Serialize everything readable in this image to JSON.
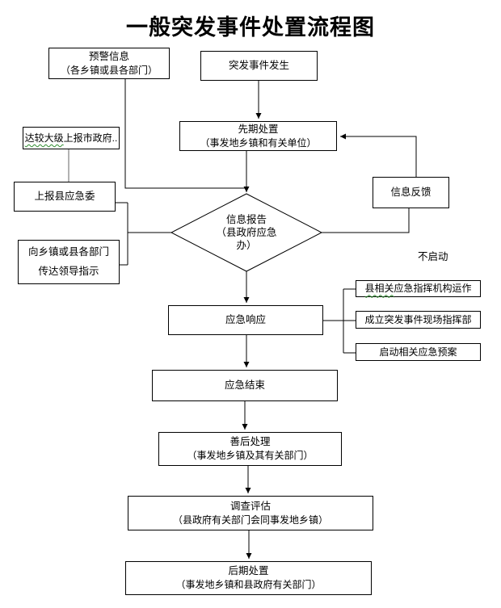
{
  "title": "一般突发事件处置流程图",
  "colors": {
    "line": "#000000",
    "box_border": "#000000",
    "squiggle_underline": "#2e8b2e",
    "report_link_gray": "#999999"
  },
  "nodes": {
    "warning_info": {
      "title": "预警信息",
      "sub": "（各乡镇或县各部门）"
    },
    "incident_occurs": {
      "title": "突发事件发生"
    },
    "report_city": {
      "squiggle": "达较大级",
      "rest": "上报市政府.."
    },
    "report_county": {
      "title": "上报县应急委"
    },
    "convey_instructions": {
      "line1": "向乡镇或县各部门",
      "line2": "传达领导指示"
    },
    "initial_disposal": {
      "title": "先期处置",
      "sub": "（事发地乡镇和有关单位）"
    },
    "info_report_diamond": {
      "line1": "信息报告",
      "line2": "（县政府应急",
      "line3": "办）"
    },
    "info_feedback": {
      "title": "信息反馈"
    },
    "no_activation_label": "不启动",
    "county_command": {
      "squiggle": "县相关",
      "rest": "应急指挥机构运作"
    },
    "onsite_command": {
      "title": "成立突发事件现场指挥部"
    },
    "activate_plan": {
      "title": "启动相关应急预案"
    },
    "emergency_response": {
      "title": "应急响应"
    },
    "emergency_end": {
      "title": "应急结束"
    },
    "aftermath": {
      "title": "善后处理",
      "sub": "（事发地乡镇及其有关部门）"
    },
    "investigation": {
      "title": "调查评估",
      "sub": "（县政府有关部门会同事发地乡镇）"
    },
    "later_disposal": {
      "title": "后期处置",
      "sub": "（事发地乡镇和县政府有关部门）"
    }
  }
}
